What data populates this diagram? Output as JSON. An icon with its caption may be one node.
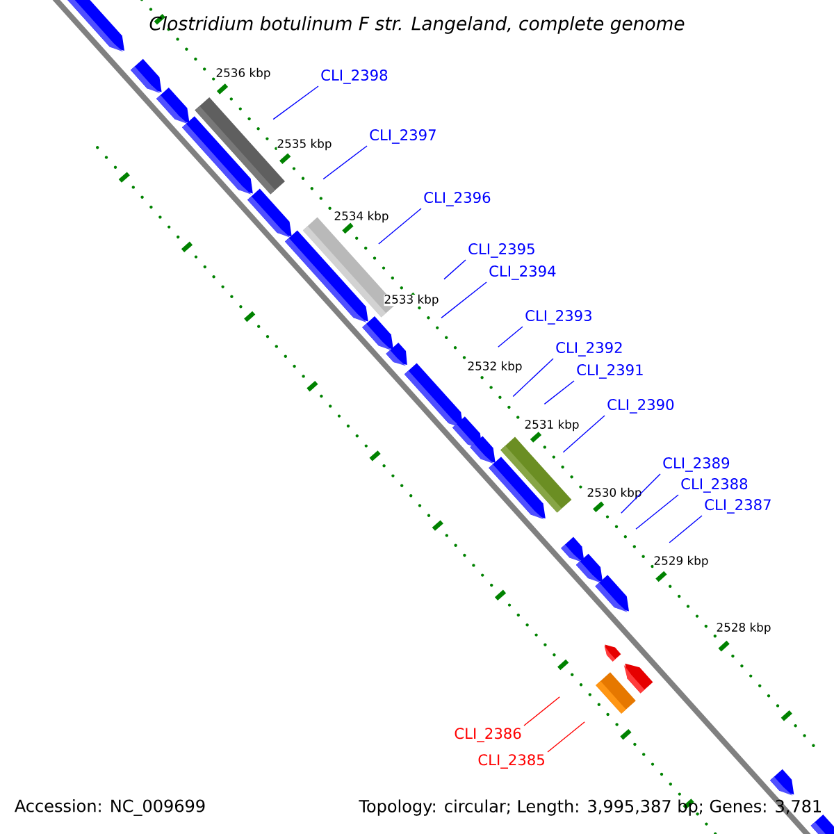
{
  "diagram": {
    "title": "Clostridium botulinum F str. Langeland, complete genome",
    "nodes": [
      {
        "text": [
          "CLI_2398"
        ]
      },
      {
        "text": [
          "CLI_2397"
        ]
      },
      {
        "text": [
          "CLI_2396"
        ]
      },
      {
        "text": [
          "CLI_2395"
        ]
      },
      {
        "text": [
          "CLI_2394"
        ]
      },
      {
        "text": [
          "CLI_2393"
        ]
      },
      {
        "text": [
          "CLI_2392"
        ]
      },
      {
        "text": [
          "CLI_2391"
        ]
      },
      {
        "text": [
          "CLI_2390"
        ]
      },
      {
        "text": [
          "CLI_2389"
        ]
      },
      {
        "text": [
          "CLI_2388"
        ]
      },
      {
        "text": [
          "CLI_2387"
        ]
      },
      {
        "text": [
          "CLI_2386"
        ]
      },
      {
        "text": [
          "CLI_2385"
        ]
      }
    ],
    "edges": [
      {
        "from": 0,
        "to": null,
        "arrow": "none"
      },
      {
        "from": 1,
        "to": null,
        "arrow": "none"
      },
      {
        "from": 2,
        "to": null,
        "arrow": "none"
      },
      {
        "from": 3,
        "to": null,
        "arrow": "none"
      },
      {
        "from": 4,
        "to": null,
        "arrow": "none"
      },
      {
        "from": 5,
        "to": null,
        "arrow": "none"
      },
      {
        "from": 6,
        "to": null,
        "arrow": "none"
      },
      {
        "from": 7,
        "to": null,
        "arrow": "none"
      },
      {
        "from": 8,
        "to": null,
        "arrow": "none"
      },
      {
        "from": 9,
        "to": null,
        "arrow": "none"
      },
      {
        "from": 10,
        "to": null,
        "arrow": "none"
      },
      {
        "from": 11,
        "to": null,
        "arrow": "none"
      },
      {
        "from": 12,
        "to": null,
        "arrow": "none",
        "color": "#ff0000"
      },
      {
        "from": 13,
        "to": null,
        "arrow": "none",
        "color": "#ff0000"
      }
    ],
    "labels": [
      "2536 kbp",
      "2535 kbp",
      "2534 kbp",
      "2533 kbp",
      "2532 kbp",
      "2531 kbp",
      "2530 kbp",
      "2529 kbp",
      "2528 kbp",
      "Accession: NC_009699",
      "Topology: circular; Length: 3,995,387 bp; Genes: 3,781"
    ]
  }
}
